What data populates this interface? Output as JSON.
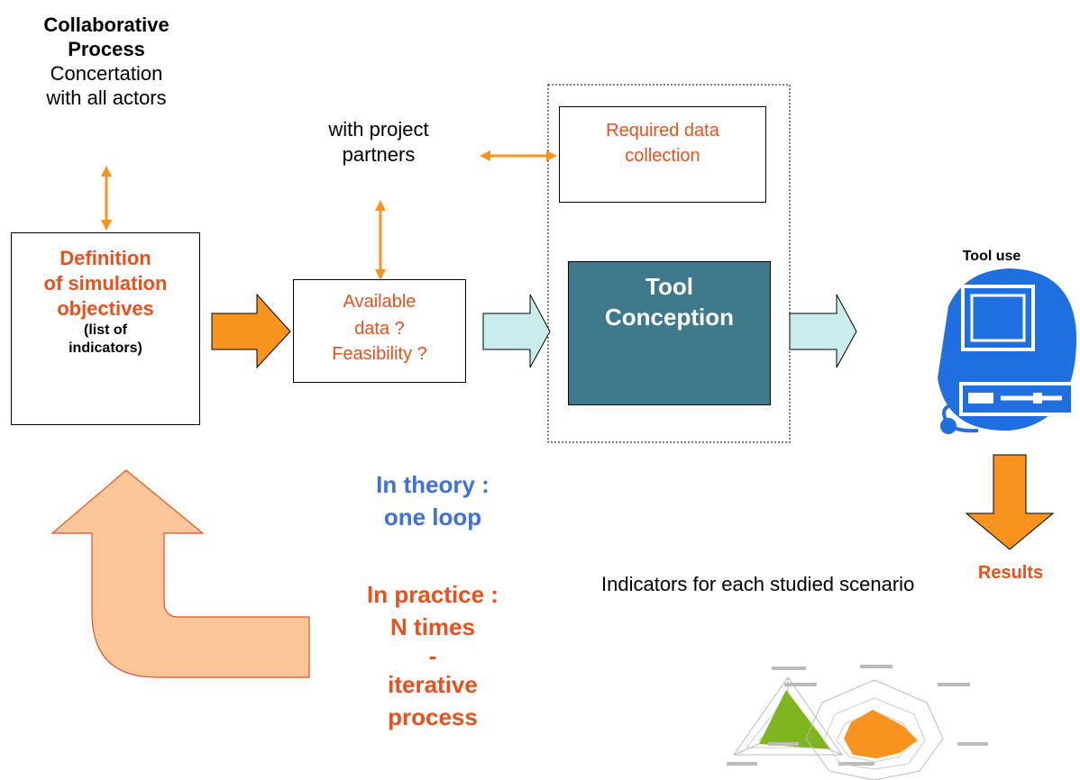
{
  "collab": {
    "title_line1": "Collaborative",
    "title_line2": "Process",
    "sub_line1": "Concertation",
    "sub_line2": "with all actors"
  },
  "partners": {
    "line1": "with project",
    "line2": "partners"
  },
  "definition": {
    "line1": "Definition",
    "line2": "of simulation",
    "line3": "objectives",
    "line4": "(list of",
    "line5": "indicators)"
  },
  "available": {
    "line1": "Available",
    "line2": "data ?",
    "line3": "Feasibility ?"
  },
  "required": {
    "line1": "Required data",
    "line2": "collection"
  },
  "tool": {
    "line1": "Tool",
    "line2": "Conception"
  },
  "tool_use": {
    "label": "Tool use"
  },
  "results": {
    "title": "Results",
    "subtitle": "Indicators for each studied scenario"
  },
  "theory": {
    "line1": "In theory :",
    "line2": "one loop"
  },
  "practice": {
    "line1": "In practice :",
    "line2": "N times",
    "line3": "-",
    "line4": "iterative",
    "line5": "process"
  },
  "colors": {
    "orange_text": "#e8501e",
    "blue_text": "#3f6fe0",
    "orange_arrow": "#f7931e",
    "teal_box": "#3e7a8c",
    "light_cyan_arrow": "#c9ecec",
    "peach_arrow": "#fbc79a",
    "computer_blue": "#1f6fe0"
  },
  "icons": [
    "computer-icon",
    "radar-chart-green",
    "radar-chart-orange"
  ]
}
